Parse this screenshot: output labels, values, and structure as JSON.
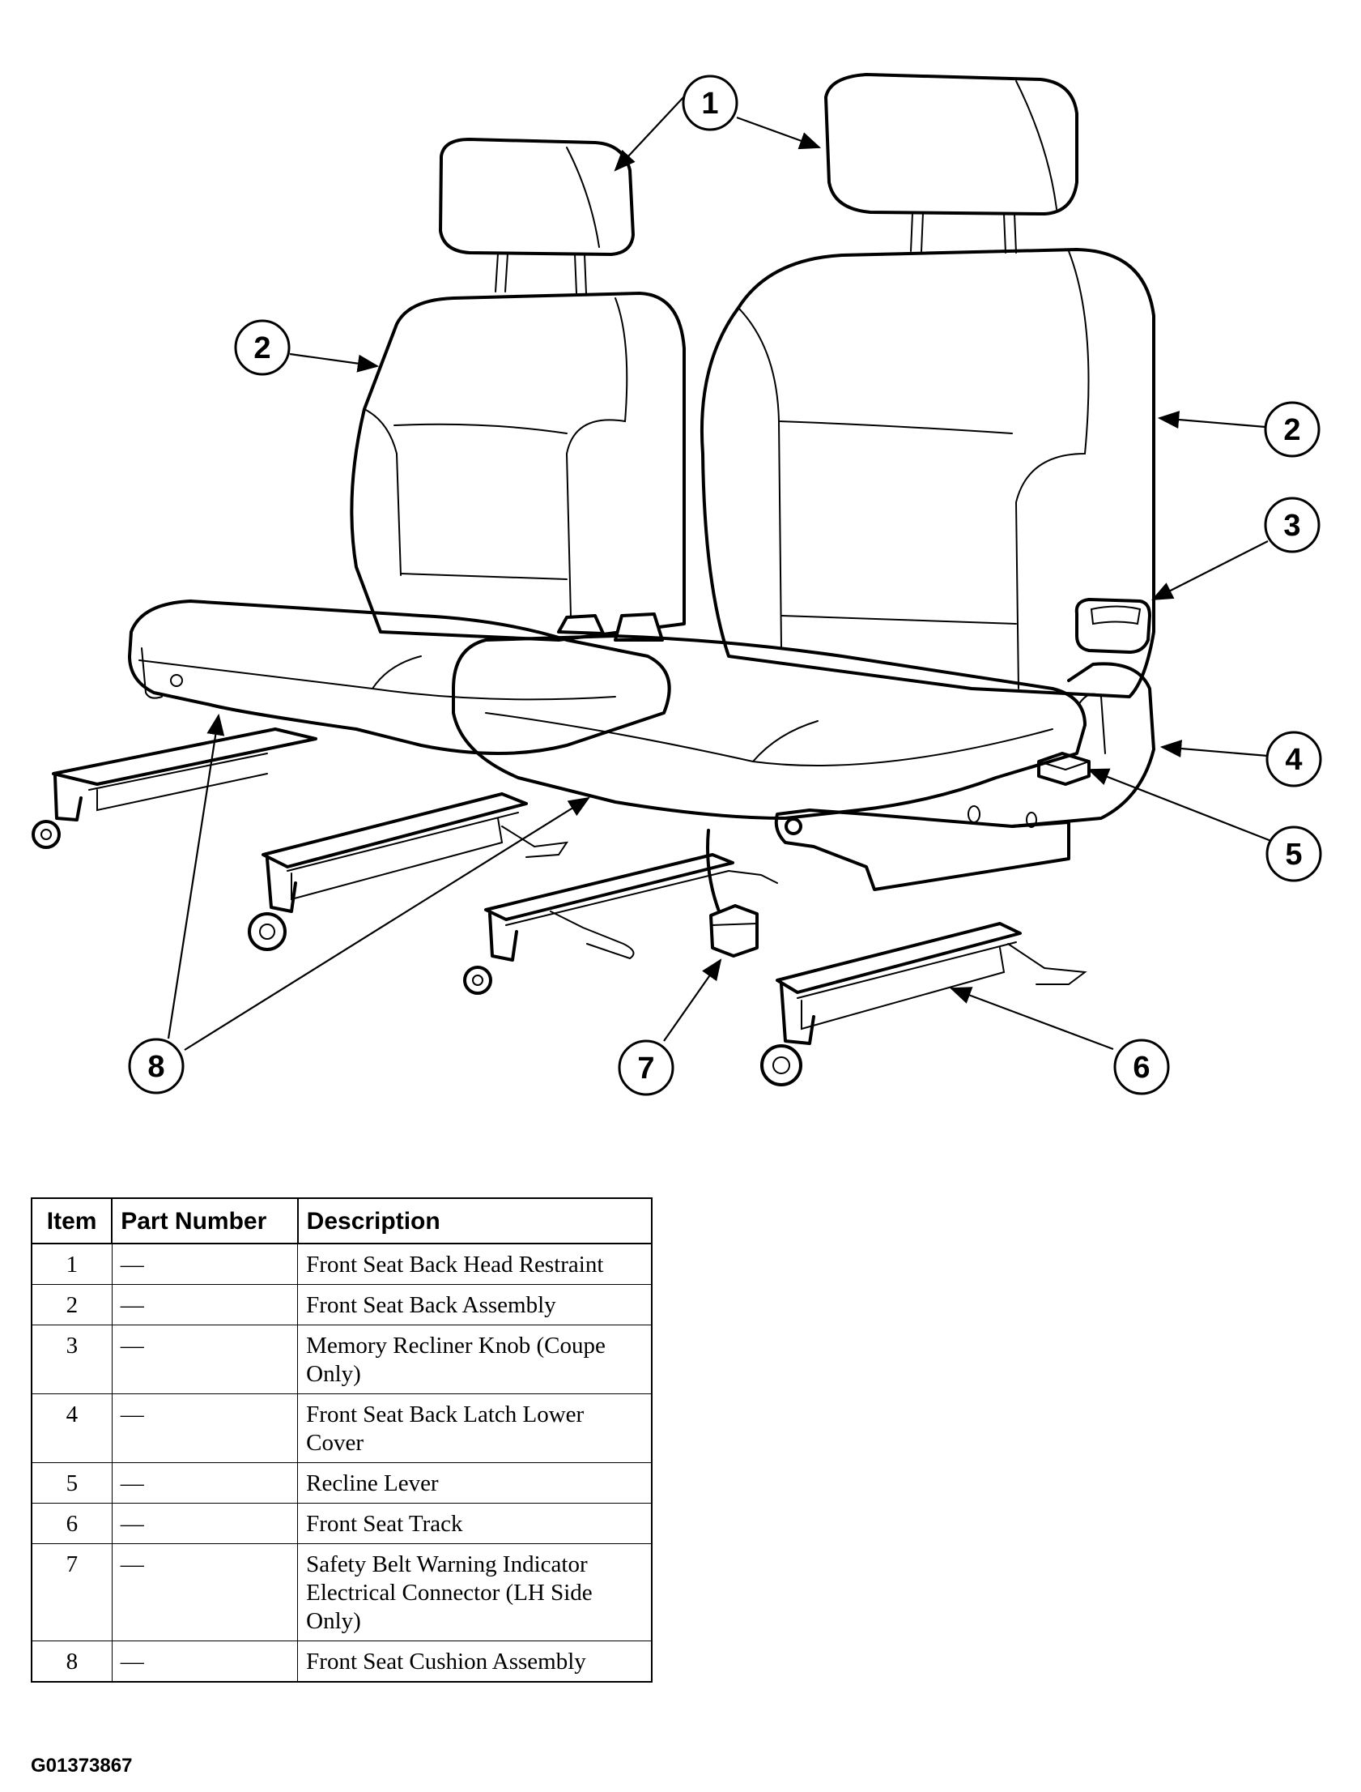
{
  "callouts": [
    "1",
    "2",
    "2",
    "3",
    "4",
    "5",
    "6",
    "7",
    "8"
  ],
  "table": {
    "headers": {
      "item": "Item",
      "part_number": "Part Number",
      "description": "Description"
    },
    "rows": [
      {
        "item": "1",
        "part_number": "—",
        "description": "Front Seat Back Head Restraint"
      },
      {
        "item": "2",
        "part_number": "—",
        "description": "Front Seat Back Assembly"
      },
      {
        "item": "3",
        "part_number": "—",
        "description": "Memory Recliner Knob (Coupe Only)"
      },
      {
        "item": "4",
        "part_number": "—",
        "description": "Front Seat Back Latch Lower Cover"
      },
      {
        "item": "5",
        "part_number": "—",
        "description": "Recline Lever"
      },
      {
        "item": "6",
        "part_number": "—",
        "description": "Front Seat Track"
      },
      {
        "item": "7",
        "part_number": "—",
        "description": "Safety Belt Warning Indicator Electrical Connector (LH Side Only)"
      },
      {
        "item": "8",
        "part_number": "—",
        "description": "Front Seat Cushion Assembly"
      }
    ]
  },
  "figure_id": "G01373867"
}
